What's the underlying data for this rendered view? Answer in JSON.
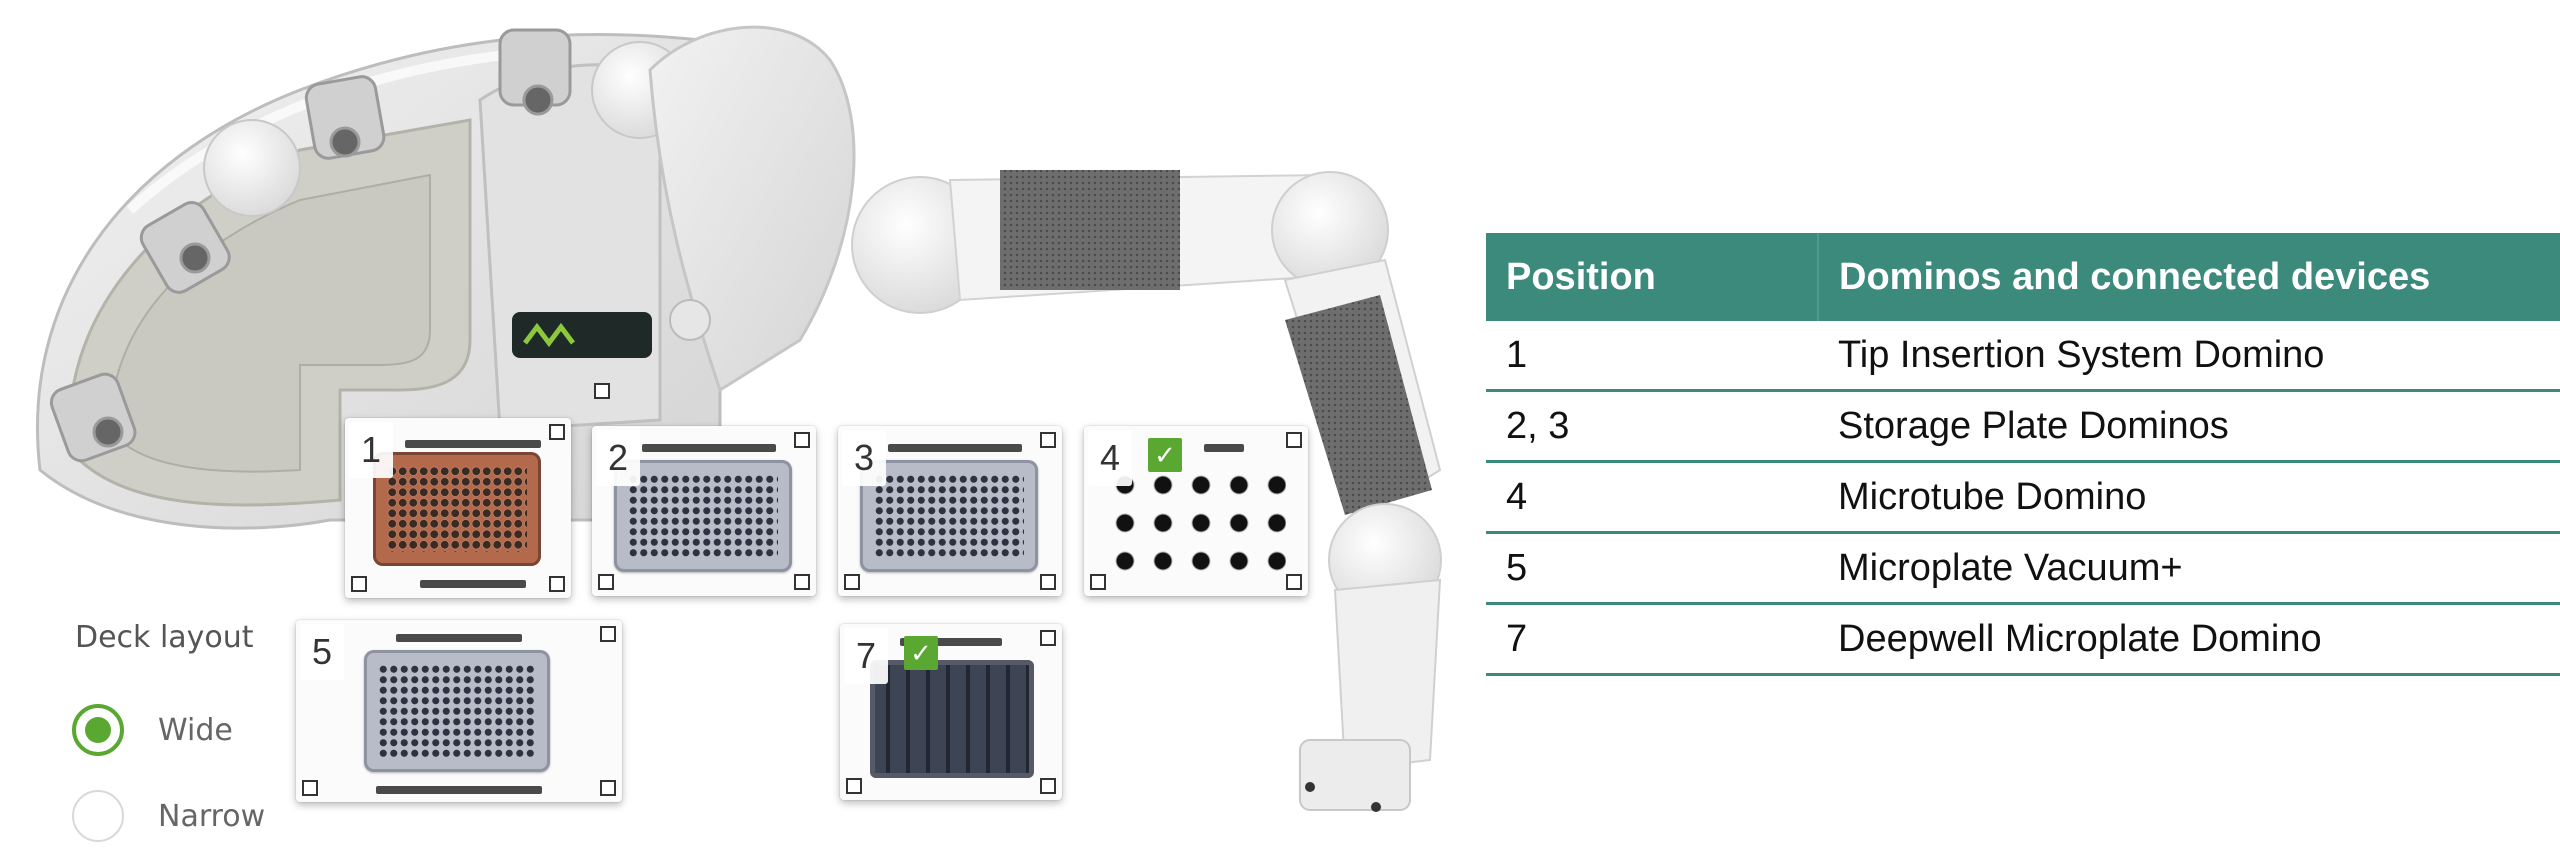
{
  "deck": {
    "tiles": [
      {
        "label": "1",
        "checked": false
      },
      {
        "label": "2",
        "checked": false
      },
      {
        "label": "3",
        "checked": false
      },
      {
        "label": "4",
        "checked": true
      },
      {
        "label": "5",
        "checked": false
      },
      {
        "label": "7",
        "checked": true
      }
    ],
    "check_icon": "✓"
  },
  "deck_layout": {
    "title": "Deck layout",
    "options": [
      {
        "label": "Wide",
        "selected": true
      },
      {
        "label": "Narrow",
        "selected": false
      }
    ],
    "accent_color": "#5aa832"
  },
  "table": {
    "headers": [
      "Position",
      "Dominos and connected devices"
    ],
    "rows": [
      [
        "1",
        "Tip Insertion System Domino"
      ],
      [
        "2, 3",
        "Storage Plate Dominos"
      ],
      [
        "4",
        "Microtube Domino"
      ],
      [
        "5",
        "Microplate Vacuum+"
      ],
      [
        "7",
        "Deepwell Microplate Domino"
      ]
    ],
    "header_color": "#3c8a7c"
  }
}
